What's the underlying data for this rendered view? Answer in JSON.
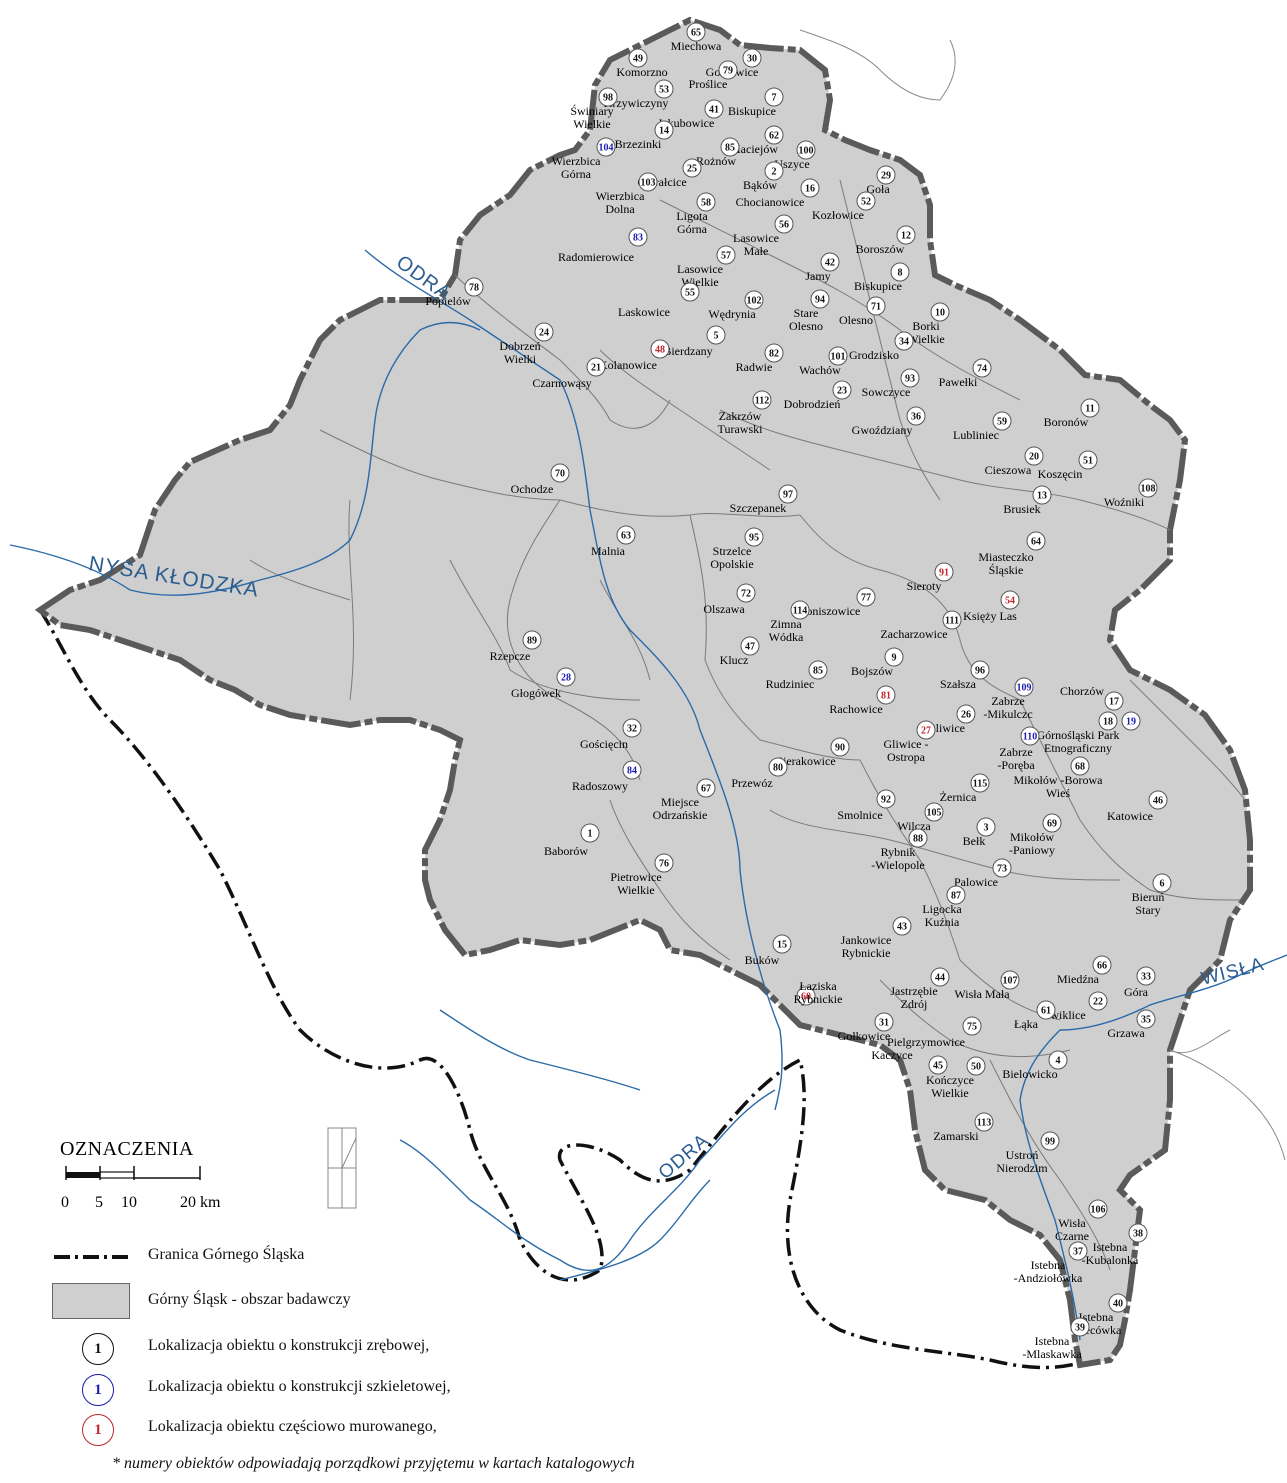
{
  "colors": {
    "region_fill": "#cfcfcf",
    "river": "#2b6aa8",
    "river_label": "#2b5d8f",
    "frame_blue": "#1b1bb0",
    "wall_red": "#c0262c",
    "log_black": "#111111"
  },
  "rivers": {
    "odra_top": "ODRA",
    "odra_bottom": "ODRA",
    "nysa": "NYSA KŁODZKA",
    "wisla": "WISŁA"
  },
  "markers": [
    {
      "n": "65",
      "label": "Miechowa",
      "type": "log"
    },
    {
      "n": "49",
      "label": "Komorzno",
      "type": "log"
    },
    {
      "n": "30",
      "label": "Gołkowice",
      "type": "log"
    },
    {
      "n": "79",
      "label": "Proślice",
      "type": "log"
    },
    {
      "n": "53",
      "label": "Krzywiczyny",
      "type": "log"
    },
    {
      "n": "98",
      "label": "Świniary Wielkie",
      "type": "log"
    },
    {
      "n": "41",
      "label": "Jakubowice",
      "type": "log"
    },
    {
      "n": "7",
      "label": "Biskupice",
      "type": "log"
    },
    {
      "n": "14",
      "label": "Brzezinki",
      "type": "log"
    },
    {
      "n": "104",
      "label": "Wierzbica Górna",
      "type": "frame"
    },
    {
      "n": "62",
      "label": "Maciejów",
      "type": "log"
    },
    {
      "n": "85",
      "label": "Rożnów",
      "type": "log"
    },
    {
      "n": "100",
      "label": "Uszyce",
      "type": "log"
    },
    {
      "n": "25",
      "label": "Gierałcice",
      "type": "log"
    },
    {
      "n": "2",
      "label": "Bąków",
      "type": "log"
    },
    {
      "n": "29",
      "label": "Goła",
      "type": "log"
    },
    {
      "n": "103",
      "label": "Wierzbica Dolna",
      "type": "log"
    },
    {
      "n": "16",
      "label": "Chocianowice",
      "type": "log"
    },
    {
      "n": "52",
      "label": "Kozłowice",
      "type": "log"
    },
    {
      "n": "58",
      "label": "Ligota Górna",
      "type": "log"
    },
    {
      "n": "56",
      "label": "Lasowice Małe",
      "type": "log"
    },
    {
      "n": "12",
      "label": "Boroszów",
      "type": "log"
    },
    {
      "n": "83",
      "label": "Radomierowice",
      "type": "frame"
    },
    {
      "n": "42",
      "label": "Jamy",
      "type": "log"
    },
    {
      "n": "57",
      "label": "Lasowice Wielkie",
      "type": "log"
    },
    {
      "n": "8",
      "label": "Biskupice",
      "type": "log"
    },
    {
      "n": "78",
      "label": "Popielów",
      "type": "log"
    },
    {
      "n": "55",
      "label": "Laskowice",
      "type": "log"
    },
    {
      "n": "102",
      "label": "Wędrynia",
      "type": "log"
    },
    {
      "n": "94",
      "label": "Stare Olesno",
      "type": "log"
    },
    {
      "n": "71",
      "label": "Olesno",
      "type": "log"
    },
    {
      "n": "10",
      "label": "Borki Wielkie",
      "type": "log"
    },
    {
      "n": "24",
      "label": "Dobrzeń Wielki",
      "type": "log"
    },
    {
      "n": "5",
      "label": "Bierdzany",
      "type": "log"
    },
    {
      "n": "34",
      "label": "Grodzisko",
      "type": "log"
    },
    {
      "n": "48",
      "label": "Kolanowice",
      "type": "wall"
    },
    {
      "n": "82",
      "label": "Radwie",
      "type": "log"
    },
    {
      "n": "101",
      "label": "Wachów",
      "type": "log"
    },
    {
      "n": "74",
      "label": "Pawełki",
      "type": "log"
    },
    {
      "n": "21",
      "label": "Czarnowąsy",
      "type": "log"
    },
    {
      "n": "93",
      "label": "Sowczyce",
      "type": "log"
    },
    {
      "n": "23",
      "label": "Dobrodzień",
      "type": "log"
    },
    {
      "n": "112",
      "label": "Zakrzów Turawski",
      "type": "log"
    },
    {
      "n": "11",
      "label": "Boronów",
      "type": "log"
    },
    {
      "n": "36",
      "label": "Gwoździany",
      "type": "log"
    },
    {
      "n": "59",
      "label": "Lubliniec",
      "type": "log"
    },
    {
      "n": "20",
      "label": "Cieszowa",
      "type": "log"
    },
    {
      "n": "51",
      "label": "Koszęcin",
      "type": "log"
    },
    {
      "n": "70",
      "label": "Ochodze",
      "type": "log"
    },
    {
      "n": "108",
      "label": "Woźniki",
      "type": "log"
    },
    {
      "n": "13",
      "label": "Brusiek",
      "type": "log"
    },
    {
      "n": "97",
      "label": "Szczepanek",
      "type": "log"
    },
    {
      "n": "95",
      "label": "Strzelce Opolskie",
      "type": "log"
    },
    {
      "n": "63",
      "label": "Malnia",
      "type": "log"
    },
    {
      "n": "64",
      "label": "Miasteczko Śląskie",
      "type": "log"
    },
    {
      "n": "91",
      "label": "Sieroty",
      "type": "wall"
    },
    {
      "n": "72",
      "label": "Olszawa",
      "type": "log"
    },
    {
      "n": "77",
      "label": "Poniszowice",
      "type": "log"
    },
    {
      "n": "54",
      "label": "Księży Las",
      "type": "wall"
    },
    {
      "n": "114",
      "label": "Zimna Wódka",
      "type": "log"
    },
    {
      "n": "111",
      "label": "Zacharzowice",
      "type": "log"
    },
    {
      "n": "89",
      "label": "Rzepcze",
      "type": "log"
    },
    {
      "n": "47",
      "label": "Klucz",
      "type": "log"
    },
    {
      "n": "9",
      "label": "Bojszów",
      "type": "log"
    },
    {
      "n": "85",
      "label": "Rudziniec",
      "type": "log"
    },
    {
      "n": "96",
      "label": "Szałsza",
      "type": "log"
    },
    {
      "n": "28",
      "label": "Głogówek",
      "type": "frame"
    },
    {
      "n": "109",
      "label": "Zabrze -Mikulczc",
      "type": "frame"
    },
    {
      "n": "17",
      "label": "Chorzów",
      "type": "log"
    },
    {
      "n": "81",
      "label": "Rachowice",
      "type": "wall"
    },
    {
      "n": "18",
      "label": "Górnośląski Park Etnograficzny",
      "type": "log"
    },
    {
      "n": "19",
      "label": "",
      "type": "frame"
    },
    {
      "n": "26",
      "label": "Gliwice",
      "type": "log"
    },
    {
      "n": "32",
      "label": "Gościęcin",
      "type": "log"
    },
    {
      "n": "27",
      "label": "Gliwice - Ostropa",
      "type": "wall"
    },
    {
      "n": "110",
      "label": "Zabrze -Poręba",
      "type": "frame"
    },
    {
      "n": "90",
      "label": "Sierakowice",
      "type": "log"
    },
    {
      "n": "68",
      "label": "Mikołów -Borowa Wieś",
      "type": "log"
    },
    {
      "n": "80",
      "label": "Przewóz",
      "type": "log"
    },
    {
      "n": "84",
      "label": "Radoszowy",
      "type": "frame"
    },
    {
      "n": "67",
      "label": "Miejsce Odrzańskie",
      "type": "log"
    },
    {
      "n": "105",
      "label": "Wilcza",
      "type": "log"
    },
    {
      "n": "115",
      "label": "Żernica",
      "type": "log"
    },
    {
      "n": "46",
      "label": "Katowice",
      "type": "log"
    },
    {
      "n": "92",
      "label": "Smolnice",
      "type": "log"
    },
    {
      "n": "1",
      "label": "Baborów",
      "type": "log"
    },
    {
      "n": "3",
      "label": "Bełk",
      "type": "log"
    },
    {
      "n": "69",
      "label": "Mikołów -Paniowy",
      "type": "log"
    },
    {
      "n": "88",
      "label": "Rybnik -Wielopole",
      "type": "log"
    },
    {
      "n": "76",
      "label": "Pietrowice Wielkie",
      "type": "log"
    },
    {
      "n": "73",
      "label": "Palowice",
      "type": "log"
    },
    {
      "n": "6",
      "label": "Bieruń Stary",
      "type": "log"
    },
    {
      "n": "87",
      "label": "Ligocka Kuźnia",
      "type": "log"
    },
    {
      "n": "43",
      "label": "Jankowice Rybnickie",
      "type": "log"
    },
    {
      "n": "15",
      "label": "Buków",
      "type": "log"
    },
    {
      "n": "66",
      "label": "Miedźna",
      "type": "log"
    },
    {
      "n": "33",
      "label": "Góra",
      "type": "log"
    },
    {
      "n": "44",
      "label": "Jastrzębie Zdrój",
      "type": "log"
    },
    {
      "n": "107",
      "label": "Wisła Mała",
      "type": "log"
    },
    {
      "n": "22",
      "label": "Ćwiklice",
      "type": "log"
    },
    {
      "n": "60",
      "label": "Łaziska Rybnickie",
      "type": "wall"
    },
    {
      "n": "61",
      "label": "Łąka",
      "type": "log"
    },
    {
      "n": "35",
      "label": "Grzawa",
      "type": "log"
    },
    {
      "n": "31",
      "label": "Gołkowice",
      "type": "log"
    },
    {
      "n": "75",
      "label": "Pielgrzymowice",
      "type": "log"
    },
    {
      "n": "45",
      "label": "Kaczyce",
      "type": "log"
    },
    {
      "n": "4",
      "label": "Bielowicko",
      "type": "log"
    },
    {
      "n": "50",
      "label": "Kończyce Wielkie",
      "type": "log"
    },
    {
      "n": "113",
      "label": "Zamarski",
      "type": "log"
    },
    {
      "n": "99",
      "label": "Ustroń Nierodzim",
      "type": "log"
    },
    {
      "n": "106",
      "label": "Wisła Czarne",
      "type": "log"
    },
    {
      "n": "38",
      "label": "Istebna -Kubalonka",
      "type": "log"
    },
    {
      "n": "37",
      "label": "Istebna -Andziołówka",
      "type": "log"
    },
    {
      "n": "40",
      "label": "Istebna -Stecówka",
      "type": "log"
    },
    {
      "n": "39",
      "label": "Istebna -Mlaskawka",
      "type": "log"
    }
  ],
  "legend": {
    "title": "OZNACZENIA",
    "scale_ticks": [
      "0",
      "5",
      "10",
      "20 km"
    ],
    "border_label": "Granica Górnego Śląska",
    "area_label": "Górny Śląsk - obszar badawczy",
    "sample_number": "1",
    "log_label": "Lokalizacja obiektu o konstrukcji zrębowej,",
    "frame_label": "Lokalizacja obiektu o konstrukcji szkieletowej,",
    "wall_label": "Lokalizacja obiektu częściowo murowanego,"
  },
  "footnote": "* numery obiektów odpowiadają porządkowi przyjętemu w kartach katalogowych"
}
